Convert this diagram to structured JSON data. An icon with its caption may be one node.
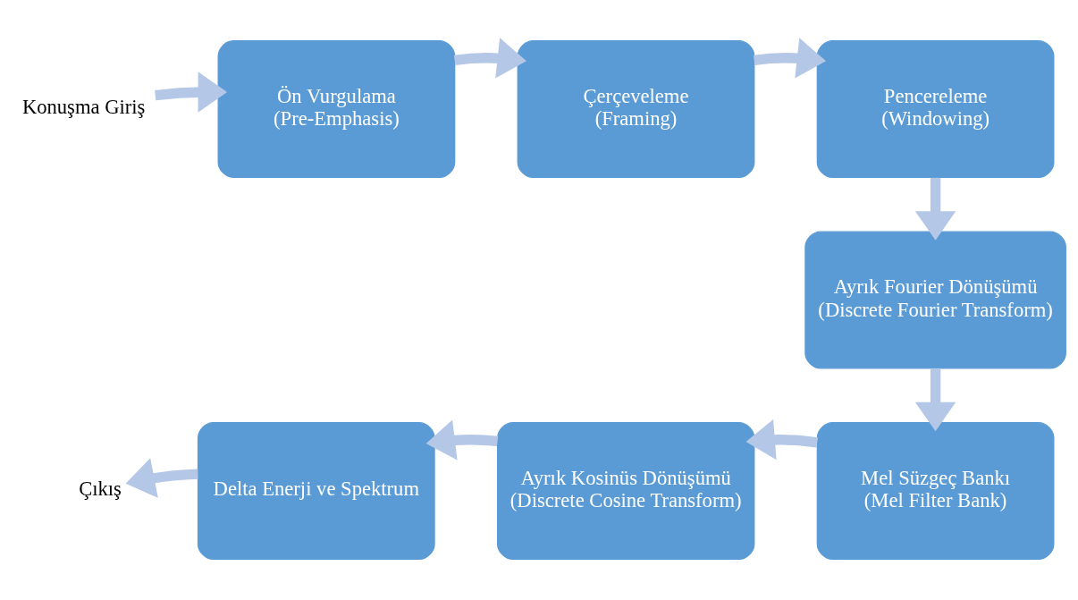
{
  "diagram": {
    "nodes": [
      {
        "text": [
          "Konuşma Giriş"
        ]
      },
      {
        "text": [
          "Ön Vurgulama",
          "(Pre-Emphasis)"
        ]
      },
      {
        "text": [
          "Çerçeveleme",
          "(Framing)"
        ]
      },
      {
        "text": [
          "Pencereleme",
          "(Windowing)"
        ]
      },
      {
        "text": [
          "Ayrık Fourier Dönüşümü",
          "(Discrete Fourier Transform)"
        ]
      },
      {
        "text": [
          "Mel Süzgeç Bankı",
          "(Mel Filter Bank)"
        ]
      },
      {
        "text": [
          "Ayrık Kosinüs Dönüşümü",
          "(Discrete Cosine Transform)"
        ]
      },
      {
        "text": [
          "Delta Enerji ve Spektrum"
        ]
      },
      {
        "text": [
          "Çıkış"
        ]
      }
    ],
    "edges": [
      {
        "from": 0,
        "to": 1,
        "arrow": "to"
      },
      {
        "from": 1,
        "to": 2,
        "arrow": "to"
      },
      {
        "from": 2,
        "to": 3,
        "arrow": "to"
      },
      {
        "from": 3,
        "to": 4,
        "arrow": "to"
      },
      {
        "from": 4,
        "to": 5,
        "arrow": "to"
      },
      {
        "from": 5,
        "to": 6,
        "arrow": "to"
      },
      {
        "from": 6,
        "to": 7,
        "arrow": "to"
      },
      {
        "from": 7,
        "to": 8,
        "arrow": "to"
      }
    ]
  }
}
